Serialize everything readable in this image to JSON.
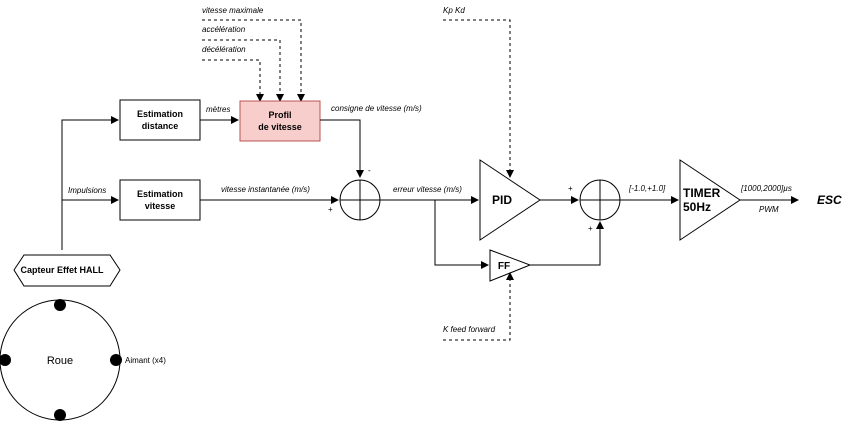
{
  "profile_inputs": {
    "vitesse_max": "vitesse maximale",
    "acceleration": "accélération",
    "deceleration": "décélération"
  },
  "gains": {
    "kp_kd": "Kp Kd",
    "k_ff": "K feed forward"
  },
  "blocks": {
    "estimation_distance": [
      "Estimation",
      "distance"
    ],
    "estimation_vitesse": [
      "Estimation",
      "vitesse"
    ],
    "profil": [
      "Profil",
      "de vitesse"
    ],
    "pid": "PID",
    "ff": "FF",
    "timer": [
      "TIMER",
      "50Hz"
    ],
    "capteur": "Capteur Effet HALL",
    "roue": "Roue",
    "aimant": "Aimant (x4)"
  },
  "signals": {
    "metres": "mètres",
    "consigne": "consigne de vitesse (m/s)",
    "impulsions": "Impulsions",
    "vitesse_inst": "vitesse instantanée (m/s)",
    "erreur": "erreur vitesse (m/s)",
    "range_cmd": "[-1.0,+1.0]",
    "range_pwm": "[1000,2000]µs",
    "pwm": "PWM",
    "esc": "ESC"
  },
  "signs": {
    "sum1_minus": "-",
    "sum1_plus": "+",
    "sum2_plus_left": "+",
    "sum2_plus_bottom": "+"
  },
  "colors": {
    "profil_fill": "#f8cecc",
    "profil_stroke": "#b85450"
  }
}
